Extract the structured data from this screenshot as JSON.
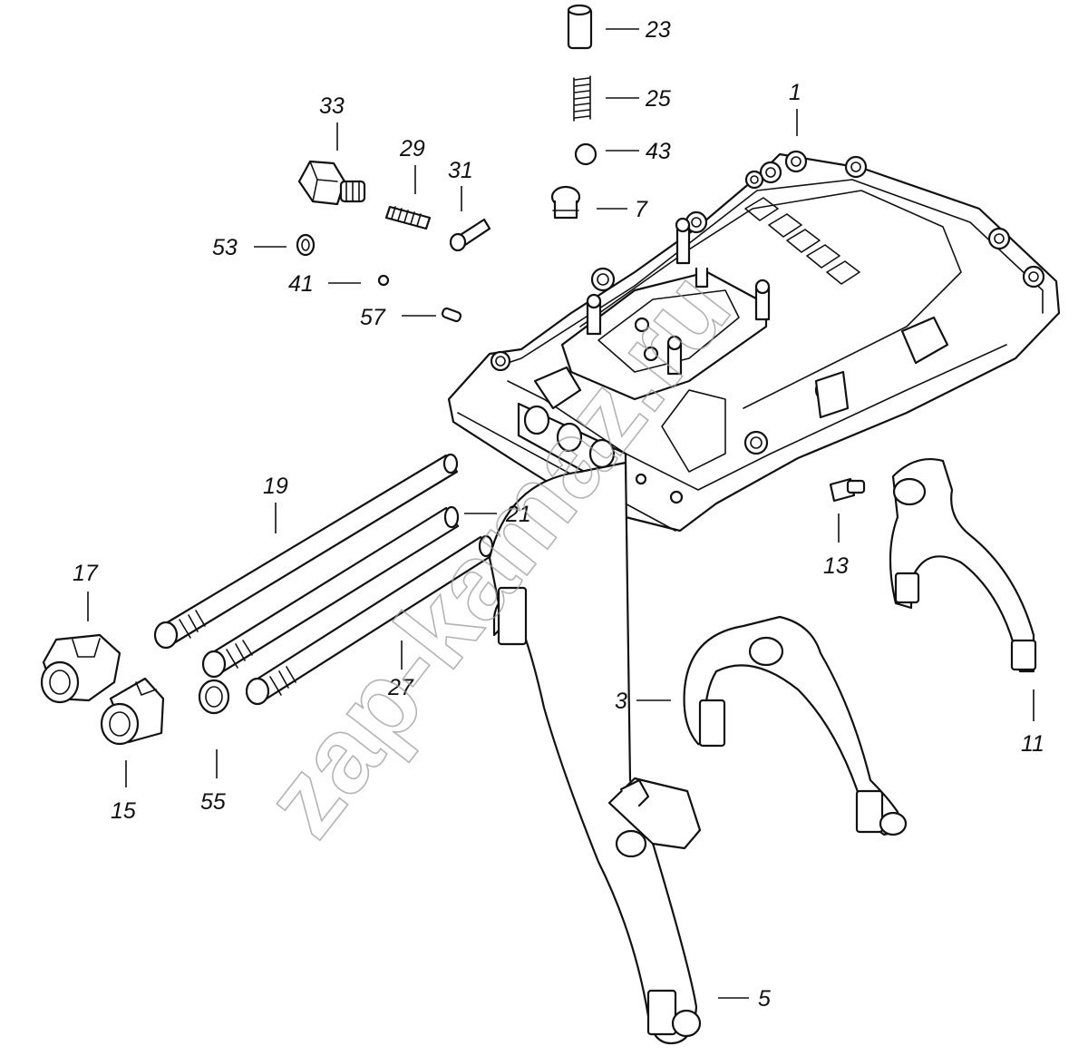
{
  "watermark": "zap-kamaz.ru",
  "callouts": [
    {
      "id": "1",
      "text": "1"
    },
    {
      "id": "3",
      "text": "3"
    },
    {
      "id": "5",
      "text": "5"
    },
    {
      "id": "7",
      "text": "7"
    },
    {
      "id": "11",
      "text": "11"
    },
    {
      "id": "13",
      "text": "13"
    },
    {
      "id": "15",
      "text": "15"
    },
    {
      "id": "17",
      "text": "17"
    },
    {
      "id": "19",
      "text": "19"
    },
    {
      "id": "21",
      "text": "21"
    },
    {
      "id": "23",
      "text": "23"
    },
    {
      "id": "25",
      "text": "25"
    },
    {
      "id": "27",
      "text": "27"
    },
    {
      "id": "29",
      "text": "29"
    },
    {
      "id": "31",
      "text": "31"
    },
    {
      "id": "33",
      "text": "33"
    },
    {
      "id": "41",
      "text": "41"
    },
    {
      "id": "43",
      "text": "43"
    },
    {
      "id": "53",
      "text": "53"
    },
    {
      "id": "55",
      "text": "55"
    },
    {
      "id": "57",
      "text": "57"
    }
  ]
}
